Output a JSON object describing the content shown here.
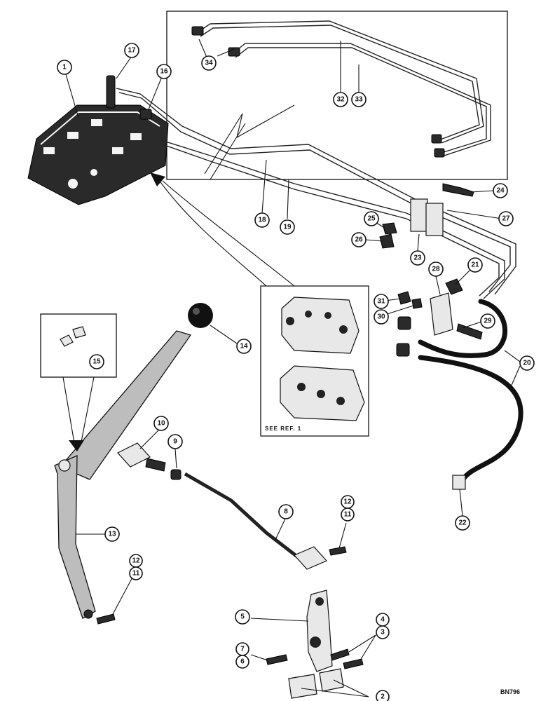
{
  "figure_code": "BN796",
  "inset_note": "SEE REF. 1",
  "callouts": [
    {
      "id": "c1",
      "labels": [
        "1"
      ]
    },
    {
      "id": "c2",
      "labels": [
        "2"
      ]
    },
    {
      "id": "c3-4",
      "labels": [
        "4",
        "3"
      ]
    },
    {
      "id": "c5",
      "labels": [
        "5"
      ]
    },
    {
      "id": "c6-7",
      "labels": [
        "7",
        "6"
      ]
    },
    {
      "id": "c8",
      "labels": [
        "8"
      ]
    },
    {
      "id": "c9",
      "labels": [
        "9"
      ]
    },
    {
      "id": "c10",
      "labels": [
        "10"
      ]
    },
    {
      "id": "c11-12-a",
      "labels": [
        "12",
        "11"
      ]
    },
    {
      "id": "c11-12-b",
      "labels": [
        "12",
        "11"
      ]
    },
    {
      "id": "c13",
      "labels": [
        "13"
      ]
    },
    {
      "id": "c14",
      "labels": [
        "14"
      ]
    },
    {
      "id": "c15",
      "labels": [
        "15"
      ]
    },
    {
      "id": "c16",
      "labels": [
        "16"
      ]
    },
    {
      "id": "c17",
      "labels": [
        "17"
      ]
    },
    {
      "id": "c18",
      "labels": [
        "18"
      ]
    },
    {
      "id": "c19",
      "labels": [
        "19"
      ]
    },
    {
      "id": "c20",
      "labels": [
        "20"
      ]
    },
    {
      "id": "c21",
      "labels": [
        "21"
      ]
    },
    {
      "id": "c22",
      "labels": [
        "22"
      ]
    },
    {
      "id": "c23",
      "labels": [
        "23"
      ]
    },
    {
      "id": "c24",
      "labels": [
        "24"
      ]
    },
    {
      "id": "c25",
      "labels": [
        "25"
      ]
    },
    {
      "id": "c26",
      "labels": [
        "26"
      ]
    },
    {
      "id": "c27",
      "labels": [
        "27"
      ]
    },
    {
      "id": "c28",
      "labels": [
        "28"
      ]
    },
    {
      "id": "c29",
      "labels": [
        "29"
      ]
    },
    {
      "id": "c30",
      "labels": [
        "30"
      ]
    },
    {
      "id": "c31",
      "labels": [
        "31"
      ]
    },
    {
      "id": "c32",
      "labels": [
        "32"
      ]
    },
    {
      "id": "c33",
      "labels": [
        "33"
      ]
    },
    {
      "id": "c34",
      "labels": [
        "34"
      ]
    }
  ]
}
